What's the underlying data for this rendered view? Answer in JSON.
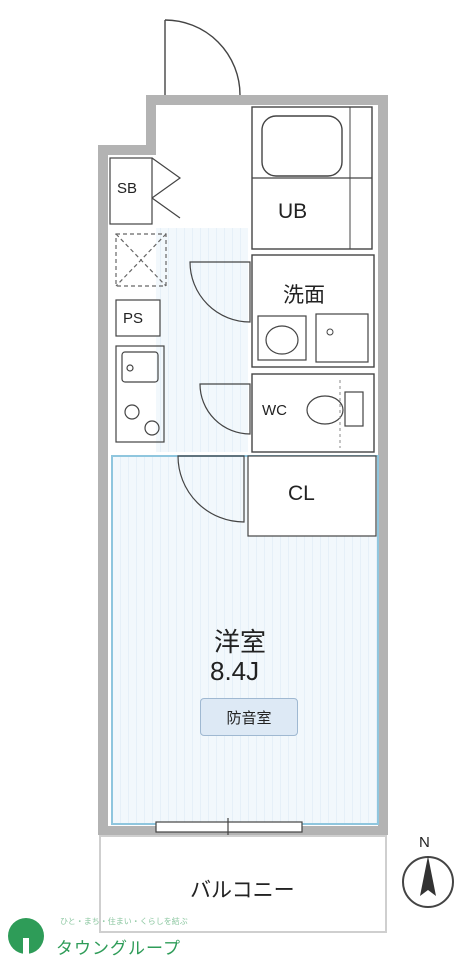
{
  "rooms": {
    "sb": "SB",
    "ub": "UB",
    "washroom": "洗面",
    "ps": "PS",
    "wc": "WC",
    "cl": "CL",
    "western_room": "洋室",
    "area": "8.4J",
    "balcony": "バルコニー"
  },
  "badge": "防音室",
  "compass": "N",
  "brand": {
    "name": "タウングループ",
    "tagline": "ひと・まち・住まい・くらしを結ぶ"
  },
  "colors": {
    "wall": "#b3b3b3",
    "room_fill": "#eef6fb",
    "room_border": "#8fc6de",
    "badge_fill": "#dde9f5",
    "brand_green": "#2e9c58"
  }
}
